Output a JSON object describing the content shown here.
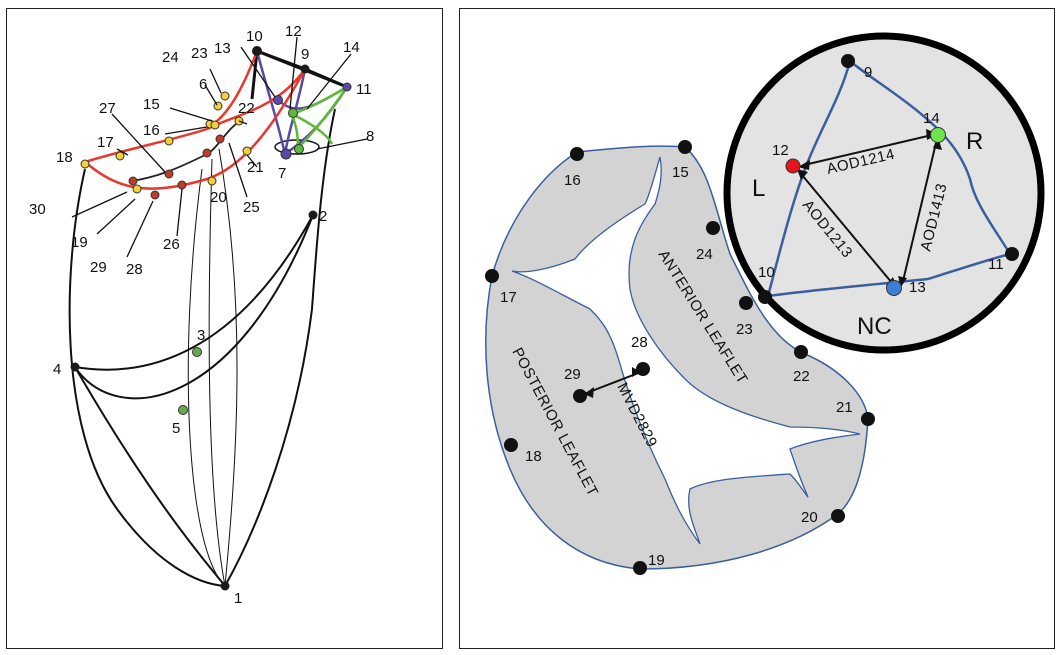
{
  "left_panel": {
    "landmarks": [
      "1",
      "2",
      "3",
      "4",
      "5",
      "6",
      "7",
      "8",
      "9",
      "10",
      "11",
      "12",
      "13",
      "14",
      "15",
      "16",
      "17",
      "18",
      "19",
      "20",
      "21",
      "22",
      "23",
      "24",
      "25",
      "26",
      "27",
      "28",
      "29",
      "30"
    ]
  },
  "right_panel": {
    "valve_labels": {
      "anterior": "ANTERIOR LEAFLET",
      "posterior": "POSTERIOR LEAFLET",
      "distance": "MVD2829"
    },
    "mitral_points": [
      "15",
      "16",
      "17",
      "18",
      "19",
      "20",
      "21",
      "22",
      "23",
      "24",
      "28",
      "29"
    ],
    "aortic": {
      "points": [
        "9",
        "10",
        "11",
        "12",
        "13",
        "14"
      ],
      "cusps": {
        "left": "L",
        "right": "R",
        "noncoronary": "NC"
      },
      "distances": [
        "AOD1214",
        "AOD1213",
        "AOD1413"
      ]
    },
    "colors": {
      "valve_fill": "#d3d3d3",
      "aortic_fill": "#e3e3e3",
      "outline_blue": "#3b5f9e",
      "point_12": "#e8141b",
      "point_14": "#6fe34f",
      "point_13": "#3e7fd6",
      "curve_red": "#e8382e",
      "curve_green": "#5fb83a",
      "curve_purple": "#5a4aa6"
    }
  }
}
